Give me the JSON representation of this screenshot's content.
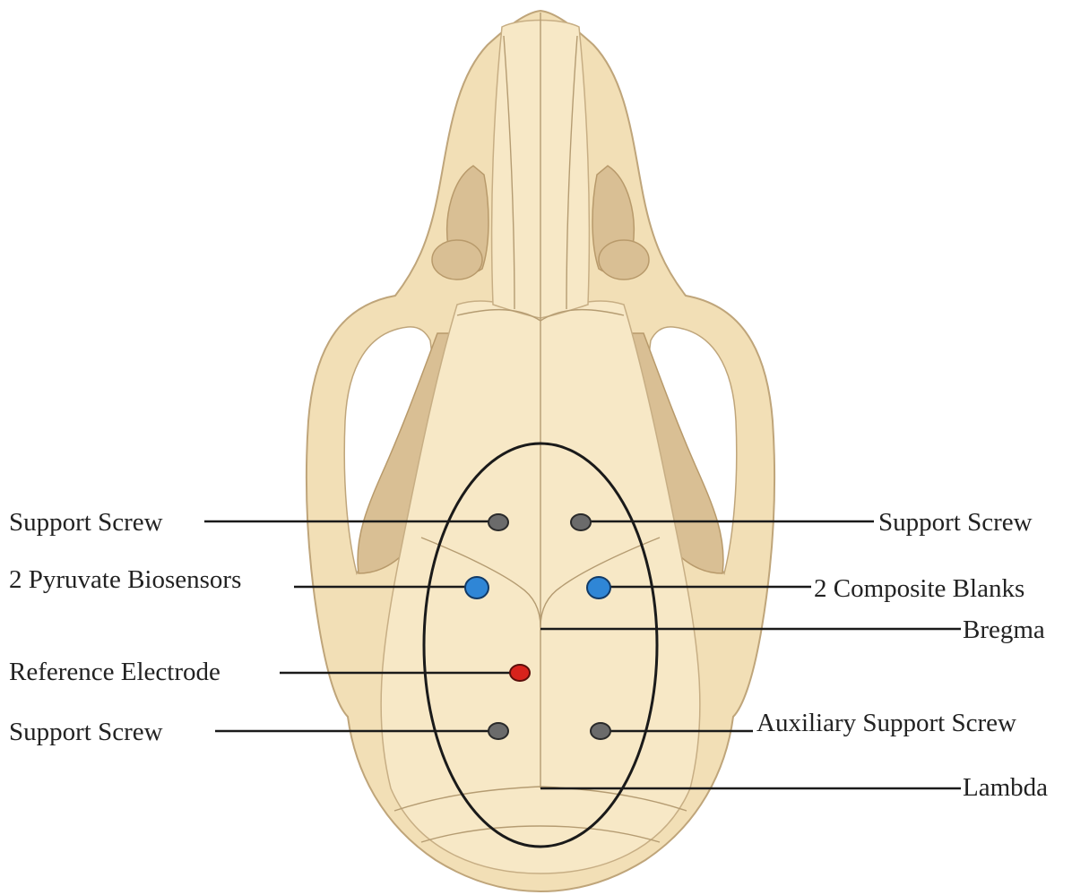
{
  "labels": {
    "support_screw_left_upper": "Support Screw",
    "support_screw_right_upper": "Support Screw",
    "pyruvate_biosensors": "2 Pyruvate Biosensors",
    "composite_blanks": "2 Composite Blanks",
    "bregma": "Bregma",
    "reference_electrode": "Reference Electrode",
    "support_screw_left_lower": "Support Screw",
    "auxiliary_support_screw": "Auxiliary Support Screw",
    "lambda": "Lambda"
  },
  "colors": {
    "bone": "#f2dfb6",
    "bone_shadow": "#d9bf94",
    "screw": "#6b6b6b",
    "biosensor": "#2f86d6",
    "reference_electrode": "#d8231c",
    "ellipse": "#1a1a1a"
  }
}
